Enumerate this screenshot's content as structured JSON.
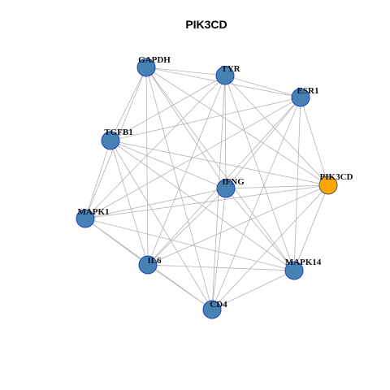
{
  "title": "PIK3CD",
  "colors": {
    "node_fill": "#4682B4",
    "node_stroke": "#1f3fbf",
    "highlight_fill": "#FFA500",
    "highlight_stroke": "#555555",
    "edge": "#b3b3b3"
  },
  "nodes": [
    {
      "id": "GAPDH",
      "label": "GAPDH",
      "highlight": false
    },
    {
      "id": "TYR",
      "label": "TYR",
      "highlight": false
    },
    {
      "id": "ESR1",
      "label": "ESR1",
      "highlight": false
    },
    {
      "id": "TGFB1",
      "label": "TGFB1",
      "highlight": false
    },
    {
      "id": "IFNG",
      "label": "IFNG",
      "highlight": false
    },
    {
      "id": "PIK3CD",
      "label": "PIK3CD",
      "highlight": true
    },
    {
      "id": "MAPK1",
      "label": "MAPK1",
      "highlight": false
    },
    {
      "id": "IL6",
      "label": "IL6",
      "highlight": false
    },
    {
      "id": "MAPK14",
      "label": "MAPK14",
      "highlight": false
    },
    {
      "id": "CD4",
      "label": "CD4",
      "highlight": false
    }
  ],
  "edges": [
    [
      "GAPDH",
      "TYR"
    ],
    [
      "GAPDH",
      "ESR1"
    ],
    [
      "GAPDH",
      "TGFB1"
    ],
    [
      "GAPDH",
      "IFNG"
    ],
    [
      "GAPDH",
      "PIK3CD"
    ],
    [
      "GAPDH",
      "MAPK1"
    ],
    [
      "GAPDH",
      "IL6"
    ],
    [
      "GAPDH",
      "MAPK14"
    ],
    [
      "GAPDH",
      "CD4"
    ],
    [
      "TYR",
      "ESR1"
    ],
    [
      "TYR",
      "TGFB1"
    ],
    [
      "TYR",
      "IFNG"
    ],
    [
      "TYR",
      "PIK3CD"
    ],
    [
      "TYR",
      "MAPK1"
    ],
    [
      "TYR",
      "IL6"
    ],
    [
      "TYR",
      "MAPK14"
    ],
    [
      "TYR",
      "CD4"
    ],
    [
      "ESR1",
      "TGFB1"
    ],
    [
      "ESR1",
      "IFNG"
    ],
    [
      "ESR1",
      "PIK3CD"
    ],
    [
      "ESR1",
      "MAPK1"
    ],
    [
      "ESR1",
      "IL6"
    ],
    [
      "ESR1",
      "MAPK14"
    ],
    [
      "ESR1",
      "CD4"
    ],
    [
      "TGFB1",
      "IFNG"
    ],
    [
      "TGFB1",
      "PIK3CD"
    ],
    [
      "TGFB1",
      "MAPK1"
    ],
    [
      "TGFB1",
      "IL6"
    ],
    [
      "TGFB1",
      "MAPK14"
    ],
    [
      "TGFB1",
      "CD4"
    ],
    [
      "IFNG",
      "PIK3CD"
    ],
    [
      "IFNG",
      "MAPK1"
    ],
    [
      "IFNG",
      "IL6"
    ],
    [
      "IFNG",
      "MAPK14"
    ],
    [
      "IFNG",
      "CD4"
    ],
    [
      "PIK3CD",
      "MAPK1"
    ],
    [
      "PIK3CD",
      "IL6"
    ],
    [
      "PIK3CD",
      "MAPK14"
    ],
    [
      "PIK3CD",
      "CD4"
    ],
    [
      "MAPK1",
      "IL6"
    ],
    [
      "MAPK1",
      "MAPK14"
    ],
    [
      "MAPK1",
      "CD4"
    ],
    [
      "IL6",
      "MAPK14"
    ],
    [
      "IL6",
      "CD4"
    ],
    [
      "MAPK14",
      "CD4"
    ]
  ]
}
